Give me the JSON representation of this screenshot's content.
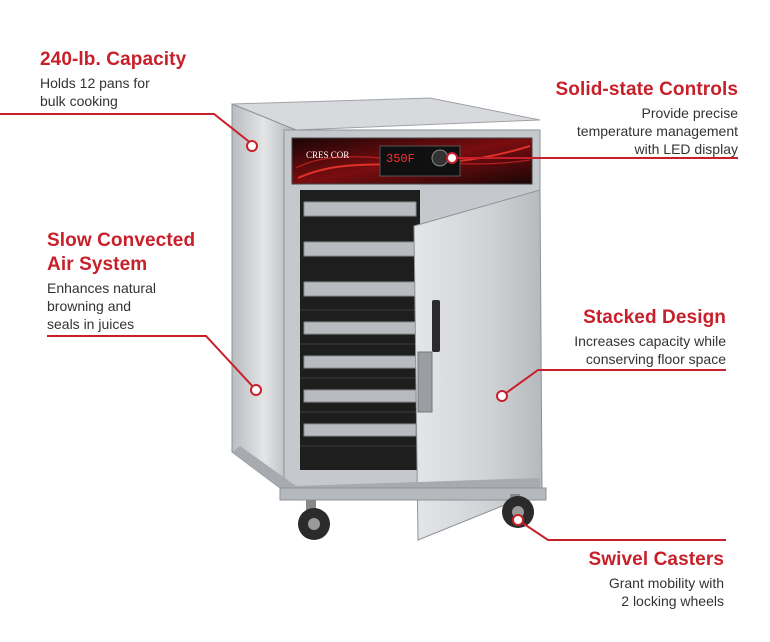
{
  "features": [
    {
      "title": "240-lb. Capacity",
      "lines": [
        "Holds 12 pans for",
        "bulk cooking"
      ]
    },
    {
      "title": "Solid-state Controls",
      "lines": [
        "Provide precise",
        "temperature management",
        "with LED display"
      ]
    },
    {
      "title": "Slow Convected",
      "title2": "Air System",
      "lines": [
        "Enhances natural",
        "browning and",
        "seals in juices"
      ]
    },
    {
      "title": "Stacked Design",
      "lines": [
        "Increases capacity while",
        "conserving floor space"
      ]
    },
    {
      "title": "Swivel Casters",
      "lines": [
        "Grant mobility with",
        "2 locking wheels"
      ]
    }
  ],
  "cabinet": {
    "brand": "CRES COR",
    "display": "350F",
    "accent": "#c8202a",
    "steel": "#c9ccd0"
  }
}
